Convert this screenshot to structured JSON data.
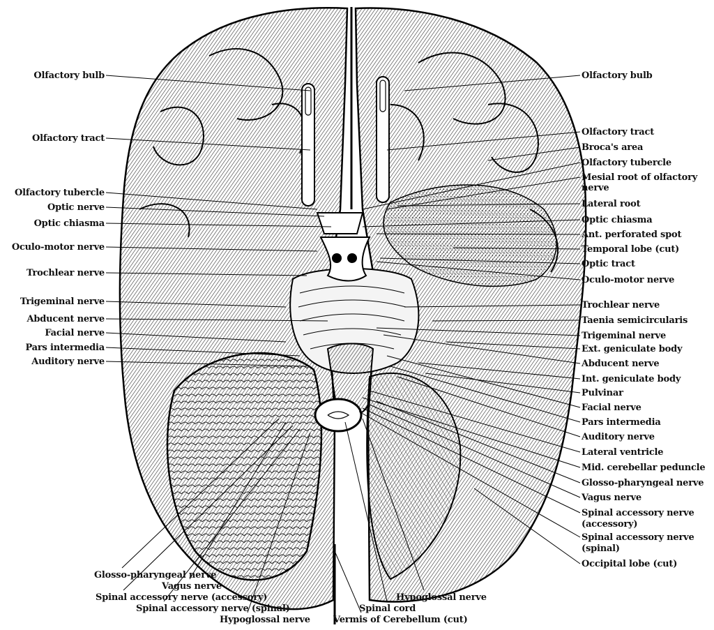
{
  "labels_left": [
    "Olfactory bulb",
    "Olfactory tract",
    "Olfactory tubercle",
    "Optic nerve",
    "Optic chiasma",
    "Oculo-motor nerve",
    "Trochlear nerve",
    "Trigeminal nerve",
    "Abducent nerve",
    "Facial nerve",
    "Pars intermedia",
    "Auditory nerve"
  ],
  "labels_right": [
    "Olfactory bulb",
    "Olfactory tract",
    "Broca's area",
    "Olfactory tubercle",
    "Mesial root of olfactory",
    "nerve",
    "Lateral root",
    "Optic chiasma",
    "Ant. perforated spot",
    "Temporal lobe (cut)",
    "Optic tract",
    "Oculo-motor nerve",
    "Trochlear nerve",
    "Taenia semicircularis",
    "Trigeminal nerve",
    "Ext. geniculate body",
    "Abducent nerve",
    "Int. geniculate body",
    "Pulvinar",
    "Facial nerve",
    "Pars intermedia",
    "Auditory nerve",
    "Lateral ventricle",
    "Mid. cerebellar peduncle",
    "Glosso-pharyngeal nerve",
    "Vagus nerve",
    "Spinal accessory nerve",
    "(accessory)",
    "Spinal accessory nerve",
    "(spinal)",
    "Occipital lobe (cut)"
  ],
  "labels_bottom": [
    "Glosso-pharyngeal nerve",
    "Vagus nerve",
    "Spinal accessory nerve (accessory)",
    "Spinal accessory nerve (spinal)",
    "Hypoglossal nerve",
    "Hypoglossal nerve",
    "Spinal cord",
    "Vermis of Cerebellum (cut)"
  ]
}
